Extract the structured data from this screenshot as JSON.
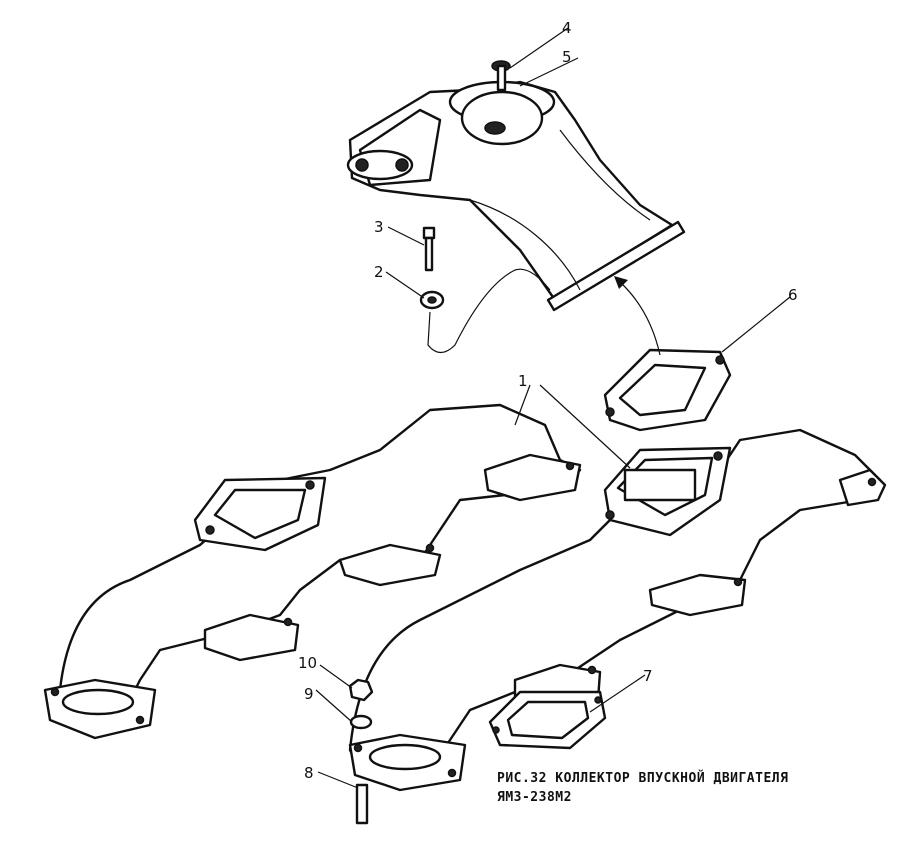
{
  "labels": {
    "l1": "1",
    "l2": "2",
    "l3": "3",
    "l4": "4",
    "l5": "5",
    "l6": "6",
    "l7": "7",
    "l8": "8",
    "l9": "9",
    "l10": "10"
  },
  "caption": {
    "line1": "РИС.32 КОЛЛЕКТОР ВПУСКНОЙ ДВИГАТЕЛЯ",
    "line2": "ЯМЗ-238М2"
  }
}
